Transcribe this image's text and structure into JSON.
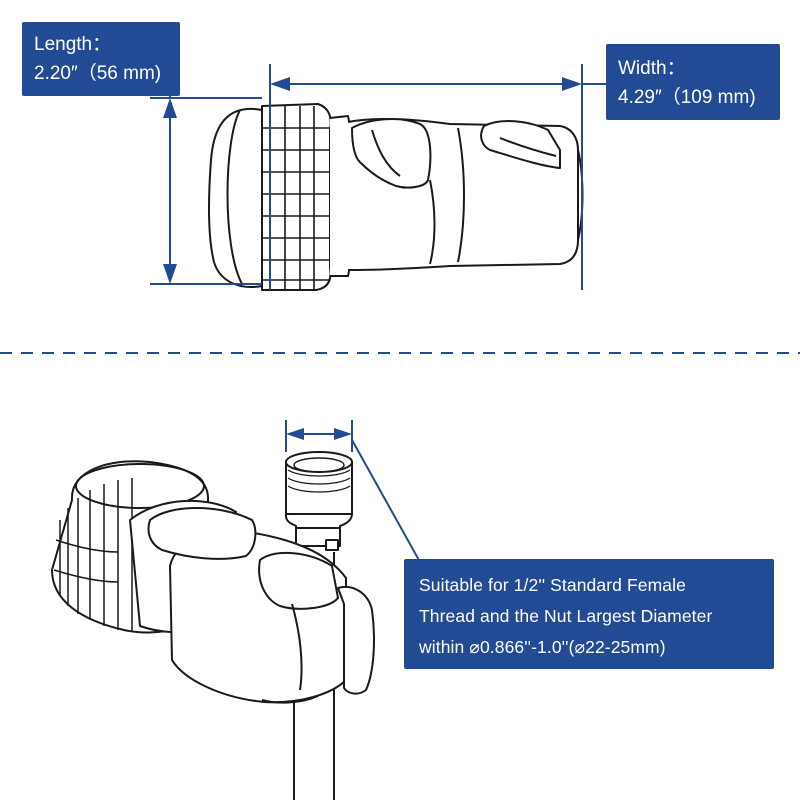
{
  "labels": {
    "length": {
      "title": "Length：",
      "value": "2.20″（56 mm)"
    },
    "width": {
      "title": "Width：",
      "value": "4.29″（109 mm)"
    },
    "thread": {
      "line1": "Suitable for 1/2'' Standard Female",
      "line2": "Thread and the Nut Largest Diameter",
      "line3": "within ⌀0.866''-1.0''(⌀22-25mm)"
    }
  },
  "colors": {
    "accent": "#234a94",
    "outline": "#1a1a1a",
    "background": "#ffffff"
  }
}
